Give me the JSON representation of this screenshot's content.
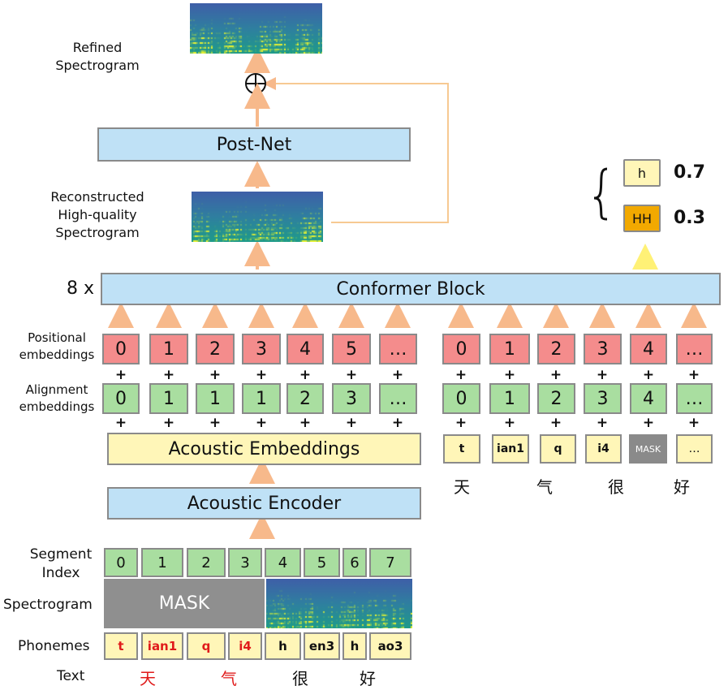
{
  "labels": {
    "refined": [
      "Refined",
      "Spectrogram"
    ],
    "reconstructed": [
      "Reconstructed",
      "High-quality",
      "Spectrogram"
    ],
    "positional": [
      "Positional",
      "embeddings"
    ],
    "alignment": [
      "Alignment",
      "embeddings"
    ],
    "segment_index": [
      "Segment",
      "Index"
    ],
    "spectrogram": "Spectrogram",
    "phonemes": "Phonemes",
    "text": "Text",
    "repeat": "8 x",
    "plus": "+"
  },
  "blocks": {
    "post_net": "Post-Net",
    "conformer": "Conformer Block",
    "acoustic_embeddings": "Acoustic Embeddings",
    "acoustic_encoder": "Acoustic Encoder",
    "mask": "MASK"
  },
  "left": {
    "positional": [
      "0",
      "1",
      "2",
      "3",
      "4",
      "5",
      "…"
    ],
    "alignment": [
      "0",
      "1",
      "1",
      "1",
      "2",
      "3",
      "…"
    ]
  },
  "right": {
    "positional": [
      "0",
      "1",
      "2",
      "3",
      "4",
      "…"
    ],
    "alignment": [
      "0",
      "1",
      "2",
      "3",
      "4",
      "…"
    ],
    "tokens": [
      "t",
      "ian1",
      "q",
      "i4",
      "MASK",
      "…"
    ],
    "hanzi": [
      "天",
      "气",
      "很",
      "好"
    ]
  },
  "segment_index": [
    "0",
    "1",
    "2",
    "3",
    "4",
    "5",
    "6",
    "7"
  ],
  "phonemes": [
    "t",
    "ian1",
    "q",
    "i4",
    "h",
    "en3",
    "h",
    "ao3"
  ],
  "text": [
    "天",
    "气",
    "很",
    "好"
  ],
  "prediction": [
    {
      "token": "h",
      "prob": "0.7"
    },
    {
      "token": "HH",
      "prob": "0.3"
    }
  ],
  "colors": {
    "arrow": "#f7b98b",
    "masked_red": "#e01b1b",
    "box_blue": "#bfe1f6",
    "box_yellow": "#fff6b8",
    "box_red": "#f48c8c",
    "box_green": "#a9dea0",
    "box_orange": "#f2a900"
  }
}
